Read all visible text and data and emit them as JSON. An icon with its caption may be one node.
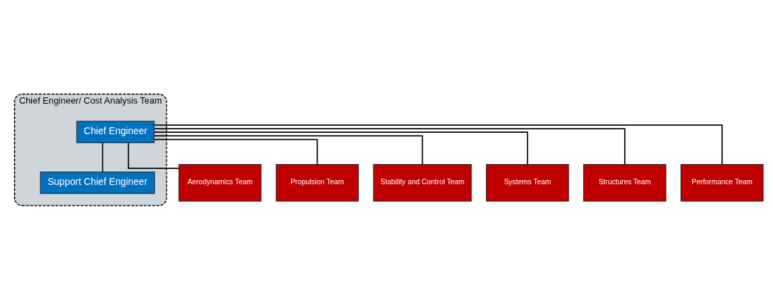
{
  "diagram": {
    "nodes": [
      {
        "text": [
          "Chief Engineer/ Cost Analysis Team"
        ]
      },
      {
        "text": [
          "Chief Engineer"
        ],
        "in": 0
      },
      {
        "text": [
          "Support Chief Engineer"
        ],
        "in": 0
      },
      {
        "text": [
          "Aerodynamics Team"
        ]
      },
      {
        "text": [
          "Propulsion Team"
        ]
      },
      {
        "text": [
          "Stability and Control Team"
        ]
      },
      {
        "text": [
          "Systems Team"
        ]
      },
      {
        "text": [
          "Structures Team"
        ]
      },
      {
        "text": [
          "Performance Team"
        ]
      }
    ],
    "edges": [
      {
        "from": 1,
        "to": 2,
        "arrow": "none"
      },
      {
        "from": 1,
        "to": 3,
        "arrow": "none"
      },
      {
        "from": 1,
        "to": 4,
        "arrow": "none"
      },
      {
        "from": 1,
        "to": 5,
        "arrow": "none"
      },
      {
        "from": 1,
        "to": 6,
        "arrow": "none"
      },
      {
        "from": 1,
        "to": 7,
        "arrow": "none"
      },
      {
        "from": 1,
        "to": 8,
        "arrow": "none"
      }
    ]
  }
}
